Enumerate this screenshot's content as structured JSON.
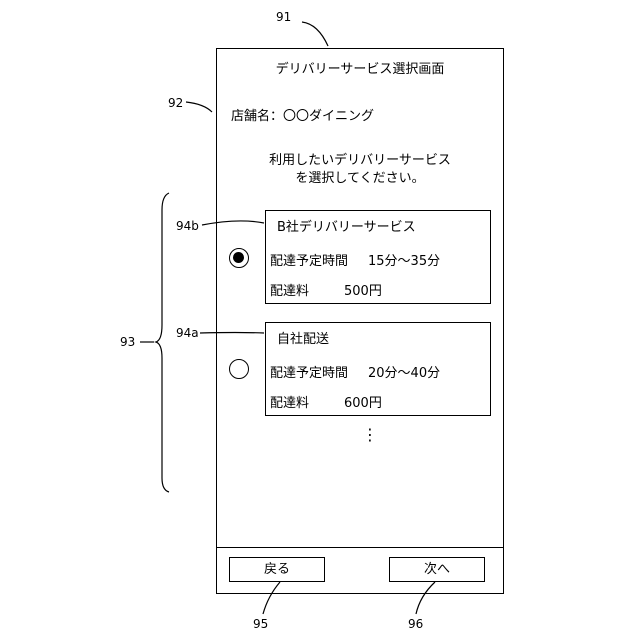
{
  "refs": {
    "screen": "91",
    "store_name": "92",
    "option_group": "93",
    "option_b": "94b",
    "option_a": "94a",
    "back_button": "95",
    "next_button": "96"
  },
  "screen": {
    "title": "デリバリーサービス選択画面",
    "store_label": "店舗名：〇〇ダイニング",
    "instruction_line1": "利用したいデリバリーサービス",
    "instruction_line2": "を選択してください。",
    "more_indicator": "⋮"
  },
  "options": [
    {
      "name": "B社デリバリーサービス",
      "time_label": "配達予定時間",
      "time_value": "15分～35分",
      "fee_label": "配達料",
      "fee_value": "500円",
      "selected": true
    },
    {
      "name": "自社配送",
      "time_label": "配達予定時間",
      "time_value": "20分～40分",
      "fee_label": "配達料",
      "fee_value": "600円",
      "selected": false
    }
  ],
  "footer": {
    "back_label": "戻る",
    "next_label": "次へ"
  }
}
